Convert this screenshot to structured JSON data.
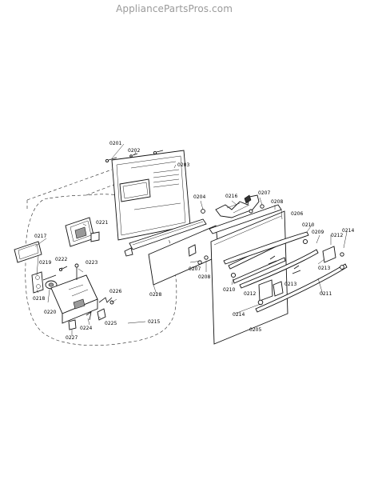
{
  "watermark": "AppliancePartsPros.com",
  "part_labels": {
    "p0201": "0201",
    "p0202": "0202",
    "p0203": "0203",
    "p0204": "0204",
    "p0205": "0205",
    "p0206": "0206",
    "p0207a": "0207",
    "p0207b": "0207",
    "p0208a": "0208",
    "p0208b": "0208",
    "p0209": "0209",
    "p0210a": "0210",
    "p0210b": "0210",
    "p0211": "0211",
    "p0212a": "0212",
    "p0212b": "0212",
    "p0213a": "0213",
    "p0213b": "0213",
    "p0214a": "0214",
    "p0214b": "0214",
    "p0215": "0215",
    "p0216": "0216",
    "p0217": "0217",
    "p0218": "0218",
    "p0219": "0219",
    "p0220": "0220",
    "p0221": "0221",
    "p0222": "0222",
    "p0223": "0223",
    "p0224": "0224",
    "p0225": "0225",
    "p0226": "0226",
    "p0227": "0227",
    "p0228": "0228"
  }
}
